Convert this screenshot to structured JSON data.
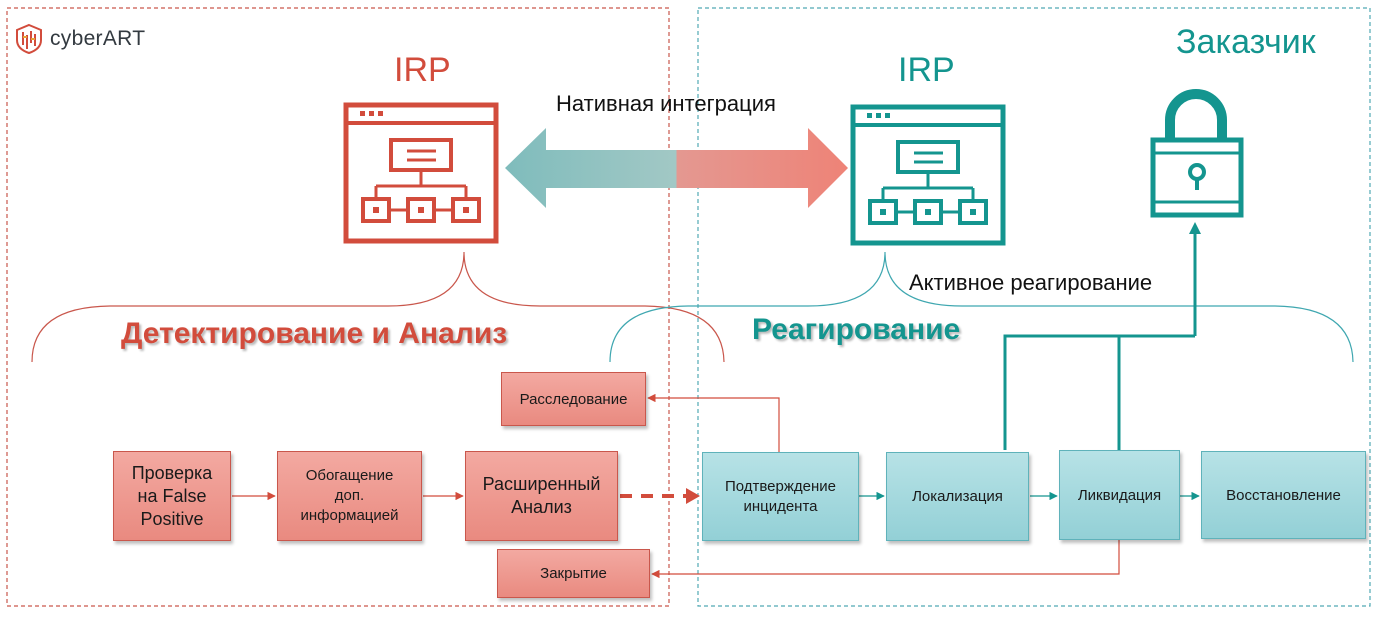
{
  "logo": {
    "text": "cyberART"
  },
  "zones": {
    "left_title": "IRP",
    "right_title": "IRP",
    "customer_title": "Заказчик"
  },
  "labels": {
    "native_integration": "Нативная интеграция",
    "active_response": "Активное реагирование"
  },
  "sections": {
    "detection": "Детектирование и Анализ",
    "response": "Реагирование"
  },
  "steps": {
    "false_positive": "Проверка\nна False\nPositive",
    "enrichment": "Обогащение\nдоп.\nинформацией",
    "advanced": "Расширенный\nАнализ",
    "investigation": "Расследование",
    "closing": "Закрытие",
    "confirmation": "Подтверждение\nинцидента",
    "localization": "Локализация",
    "elimination": "Ликвидация",
    "recovery": "Восстановление"
  },
  "colors": {
    "red": "#d24c3c",
    "teal": "#14958f",
    "red_box": "#ee9a91",
    "teal_box": "#a7dade"
  }
}
